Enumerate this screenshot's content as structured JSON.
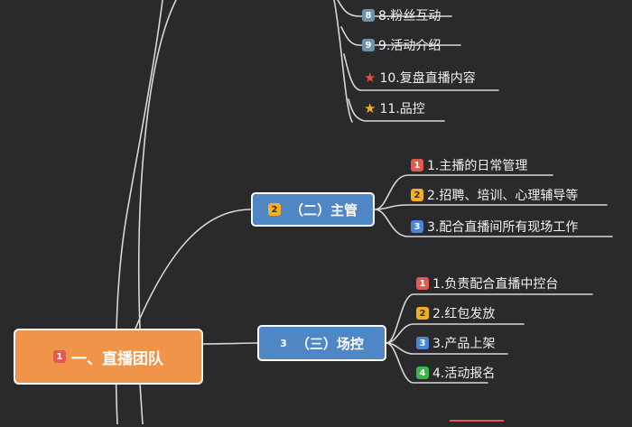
{
  "colors": {
    "background": "#2a2a2c",
    "root_fill": "#f0944a",
    "sub_fill": "#4f86c6",
    "line": "#d8d8d8",
    "badge_red": "#e05a4e",
    "badge_yellow": "#f2b01e",
    "badge_blue": "#4a86d8",
    "badge_green": "#3cb44b",
    "badge_gray": "#6c94a8",
    "star_red": "#e84a3c",
    "star_gold": "#f2b01e"
  },
  "root": {
    "badge": "1",
    "label": "一、直播团队"
  },
  "top_items": [
    {
      "badge": "8",
      "badge_icon": "gray-square",
      "label": "8.粉丝互动"
    },
    {
      "badge": "9",
      "badge_icon": "gray-square",
      "label": "9.活动介绍"
    },
    {
      "badge_icon": "red-star",
      "label": "10.复盘直播内容"
    },
    {
      "badge_icon": "gold-star",
      "label": "11.品控"
    }
  ],
  "branches": [
    {
      "badge": "2",
      "label": "（二）主管",
      "items": [
        {
          "badge": "1",
          "label": "1.主播的日常管理"
        },
        {
          "badge": "2",
          "label": "2.招聘、培训、心理辅导等"
        },
        {
          "badge": "3",
          "label": "3.配合直播间所有现场工作"
        }
      ]
    },
    {
      "badge": "3",
      "label": "（三）场控",
      "items": [
        {
          "badge": "1",
          "label": "1.负责配合直播中控台"
        },
        {
          "badge": "2",
          "label": "2.红包发放"
        },
        {
          "badge": "3",
          "label": "3.产品上架"
        },
        {
          "badge": "4",
          "label": "4.活动报名"
        }
      ]
    }
  ]
}
